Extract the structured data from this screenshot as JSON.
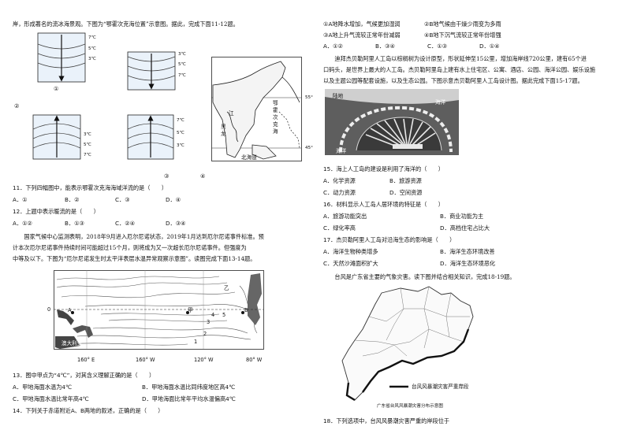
{
  "left": {
    "intro": "岸，形成著名的流冰海景观。下图为“鄂霍次克海位置”示意图。据此，完成下面11-12题。",
    "isolines": {
      "p1": {
        "num": "①",
        "labels": [
          "7℃",
          "5℃",
          "3℃"
        ]
      },
      "p2": {
        "num": "②",
        "labels": [
          "3℃",
          "5℃",
          "7℃"
        ]
      },
      "p3": {
        "num": "③",
        "labels": [
          "3℃",
          "5℃",
          "7℃"
        ]
      },
      "p4": {
        "num": "④",
        "labels": [
          "7℃",
          "5℃",
          "3℃"
        ]
      }
    },
    "map": {
      "lat1": "55°",
      "lat2": "45°",
      "long_jiang": "黑",
      "long_jiang2": "龙",
      "jiang": "江",
      "sea": [
        "鄂",
        "霍",
        "次",
        "克",
        "海"
      ],
      "hokkaido": "北海道"
    },
    "q11": "11．下列四幅图中，能表示鄂霍次克海海域洋流的是（　　）",
    "q11_opts": [
      "A．①",
      "B．②",
      "C．③",
      "D．④"
    ],
    "q12": "12．上题中表示暖流的是（　　）",
    "q12_opts": [
      "A．①②",
      "B．①③",
      "C．②④",
      "D．③④"
    ],
    "passage": [
      "　　国家气候中心监测表明，2018年9月进入厄尔尼诺状态，2019年1月达到厄尔尼诺事件标准。预",
      "计本次厄尔尼诺事件持续时间可能超过15个月，则将成为又一次超长厄尔尼诺事件。但强度为",
      "中等及以下。下图为“厄尔尼诺发生时太平洋表层水温异常观察示意图”。读图完成下面13-14题。"
    ],
    "pacific": {
      "lon": [
        "160° E",
        "160° W",
        "120° W",
        "80° W"
      ],
      "lat0": "0",
      "aus": "澳大利亚",
      "A": "A",
      "B": "B",
      "jia": "甲",
      "yi": "乙",
      "nums": [
        "1",
        "2",
        "3",
        "4",
        "5"
      ]
    },
    "q13": "13．图中甲点为“4℃”，对其含义理解正确的是（　　）",
    "q13_opts": [
      "A．甲地海面水温为4℃",
      "B．甲地海面水温比同纬度地区高4℃",
      "C．甲地海面水温比常年高4℃",
      "D．甲地海面比常年平均水温偏高4℃"
    ],
    "q14": "14．下列关于赤道附近A、B两地的叙述，正确的是（　　）"
  },
  "right": {
    "q14_opts_row1": [
      "①A地降水增加，气候更加湿润",
      "②B地气候由干燥少雨变为多雨"
    ],
    "q14_opts_row2": [
      "③A地上升气流较正常年份减弱",
      "④B地下沉气流较正常年份增强"
    ],
    "q14_abcd": [
      "A．①②",
      "B．③④",
      "C．①③",
      "D．①④"
    ],
    "passage2": [
      "　　迪拜杰贝勒阿里人工岛以棕榈树为设计原型，形状延伸至15公里，增加海岸线720公里，建有65个进",
      "口码头，是世界上最大的人工岛。杰贝勒阿里岛上建有水上住宅区、公寓、酒店、公园、海洋公园、娱乐设施",
      "以及主题公园等配套设施，以及生态公园。下图示意杰贝勒阿里人工岛设计图。据此完成下面15-17题。"
    ],
    "island": {
      "land": "陆地",
      "sea1": "海洋",
      "sea2": "海洋"
    },
    "q15": "15．海上人工岛的建设是利用了海洋的（　　）",
    "q15_opts": [
      "A．化学资源",
      "B．旅游资源",
      "C．动力资源",
      "D．空间资源"
    ],
    "q16": "16．材料显示人工岛人居环境的特征是（　　）",
    "q16_opts": [
      "A．旅游功能突出",
      "B．商业功能为主",
      "C．绿化率高",
      "D．高档住宅占比大"
    ],
    "q17": "17．杰贝勒阿里人工岛对沿海生态的影响是（　　）",
    "q17_opts": [
      "A．海洋生物种类增多",
      "B．海洋生态环境改善",
      "C．天然沙滩面积扩大",
      "D．海洋生态环境恶化"
    ],
    "passage3": "　　台风是广东省主要的气象灾害。读下图并结合相关知识，完成18-19题。",
    "guangdong": {
      "legend": "台风风暴潮灾害严重岸段",
      "caption": "广东省台风风暴潮灾害分布示意图"
    },
    "q18": "18．下列选项中，台风风暴潮灾害严重的岸段位于"
  }
}
